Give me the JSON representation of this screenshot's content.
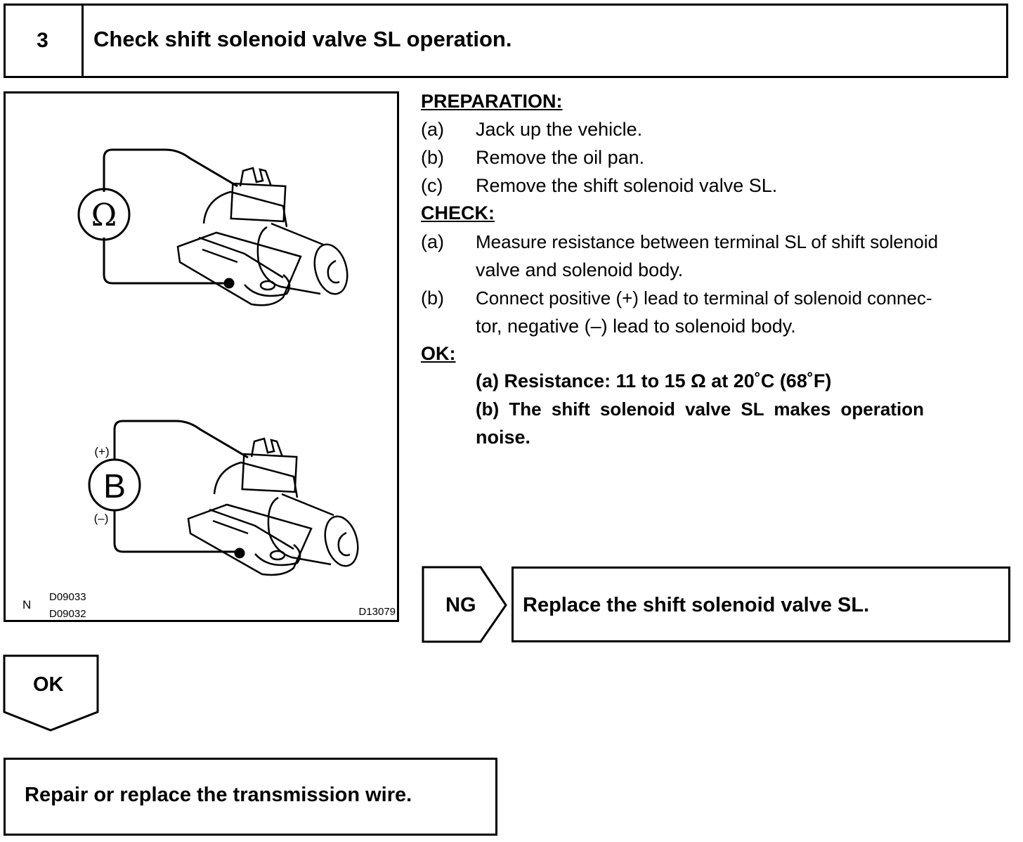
{
  "step": {
    "number": "3",
    "title": "Check shift solenoid valve SL operation."
  },
  "figure": {
    "ohm_symbol": "Ω",
    "battery_symbol": "B",
    "plus_label": "(+)",
    "minus_label": "(–)",
    "corner_letter": "N",
    "code_top": "D09033",
    "code_bottom": "D09032",
    "code_right": "D13079"
  },
  "preparation": {
    "heading": "PREPARATION:",
    "items": [
      {
        "marker": "(a)",
        "text": "Jack up the vehicle."
      },
      {
        "marker": "(b)",
        "text": "Remove the oil pan."
      },
      {
        "marker": "(c)",
        "text": "Remove the shift solenoid valve SL."
      }
    ]
  },
  "check": {
    "heading": "CHECK:",
    "items": [
      {
        "marker": "(a)",
        "line1": "Measure resistance between terminal SL of shift solenoid",
        "line2": "valve and solenoid body."
      },
      {
        "marker": "(b)",
        "line1": "Connect positive (+) lead to terminal of solenoid connec-",
        "line2": "tor, negative (–) lead to solenoid body."
      }
    ]
  },
  "ok_spec": {
    "heading": "OK:",
    "line_a": "(a) Resistance: 11 to 15 Ω at 20˚C (68˚F)",
    "line_b1": "(b) The shift solenoid valve SL makes operation",
    "line_b2": "noise."
  },
  "flow": {
    "ng_label": "NG",
    "ng_action": "Replace the shift solenoid valve SL.",
    "ok_label": "OK",
    "ok_action": "Repair or replace the transmission wire."
  }
}
